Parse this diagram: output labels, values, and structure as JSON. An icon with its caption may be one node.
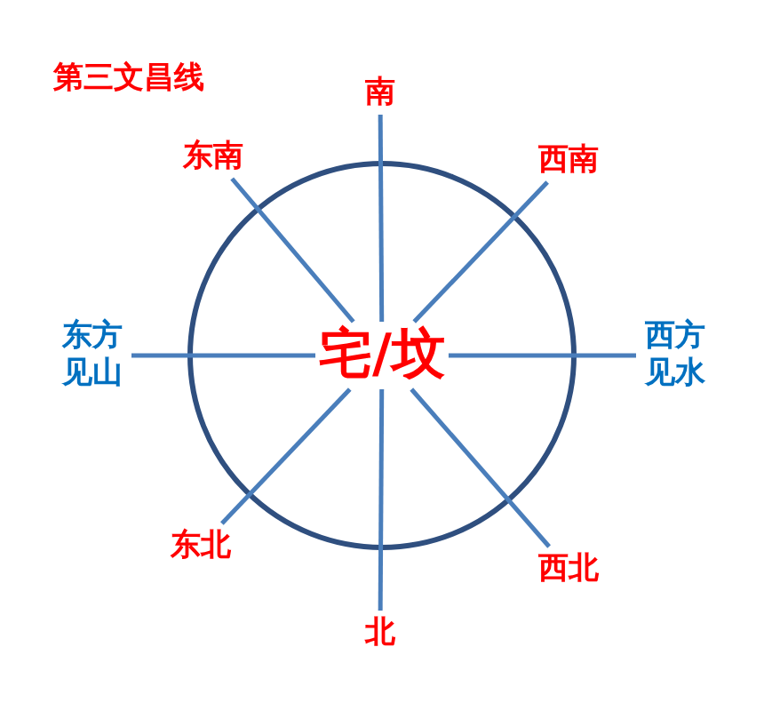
{
  "diagram": {
    "title": "第三文昌线",
    "nodes": [
      {
        "text": [
          "宅/坟"
        ]
      },
      {
        "text": [
          "南"
        ]
      },
      {
        "text": [
          "东南"
        ]
      },
      {
        "text": [
          "西南"
        ]
      },
      {
        "text": [
          "东方见山"
        ]
      },
      {
        "text": [
          "西方见水"
        ]
      },
      {
        "text": [
          "东北"
        ]
      },
      {
        "text": [
          "西北"
        ]
      },
      {
        "text": [
          "北"
        ]
      }
    ],
    "edges": [
      {
        "from": 0,
        "to": 1,
        "arrow": "none"
      },
      {
        "from": 0,
        "to": 2,
        "arrow": "none"
      },
      {
        "from": 0,
        "to": 3,
        "arrow": "none"
      },
      {
        "from": 0,
        "to": 4,
        "arrow": "none"
      },
      {
        "from": 0,
        "to": 5,
        "arrow": "none"
      },
      {
        "from": 0,
        "to": 6,
        "arrow": "none"
      },
      {
        "from": 0,
        "to": 7,
        "arrow": "none"
      },
      {
        "from": 0,
        "to": 8,
        "arrow": "none"
      }
    ]
  }
}
